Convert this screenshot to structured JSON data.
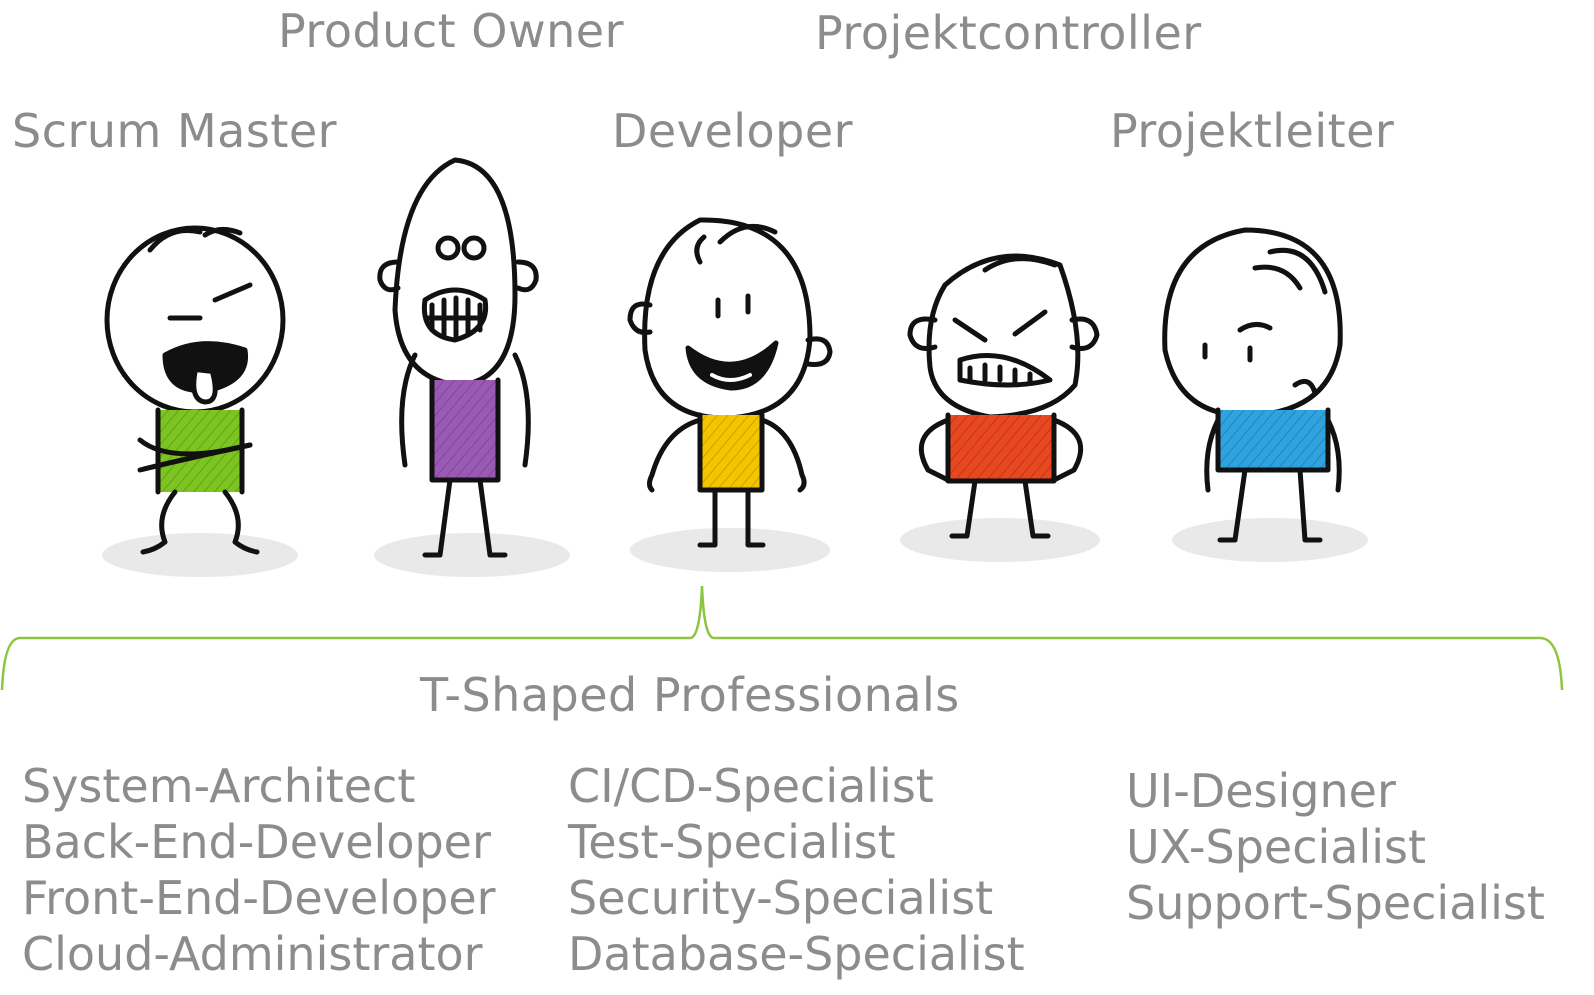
{
  "roles": {
    "scrum_master": "Scrum Master",
    "product_owner": "Product Owner",
    "developer": "Developer",
    "projektcontroller": "Projektcontroller",
    "projektleiter": "Projektleiter"
  },
  "figure_colors": {
    "scrum_master": "#7cc420",
    "product_owner": "#9b59b6",
    "developer": "#f5c400",
    "projektcontroller": "#e8471f",
    "projektleiter": "#2ea3df",
    "bracket": "#8cc63f"
  },
  "t_shaped": {
    "heading": "T-Shaped Professionals",
    "column1": [
      "System-Architect",
      "Back-End-Developer",
      "Front-End-Developer",
      "Cloud-Administrator"
    ],
    "column2": [
      "CI/CD-Specialist",
      "Test-Specialist",
      "Security-Specialist",
      "Database-Specialist"
    ],
    "column3": [
      "UI-Designer",
      "UX-Specialist",
      "Support-Specialist"
    ]
  }
}
